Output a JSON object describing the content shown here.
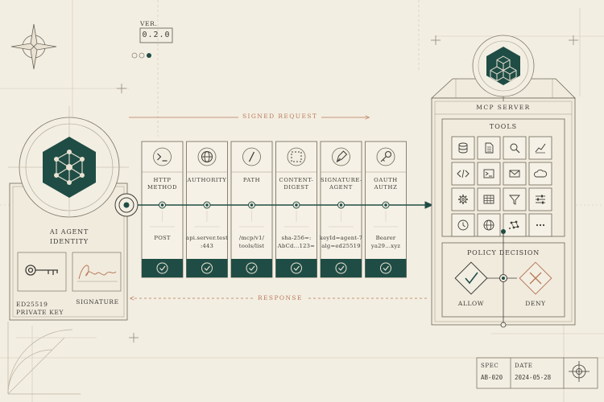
{
  "version": {
    "label": "VER.",
    "value": "0.2.0"
  },
  "flow": {
    "request_label": "SIGNED REQUEST",
    "response_label": "RESPONSE"
  },
  "agent": {
    "title": "AI AGENT IDENTITY",
    "key_label": "ED25519 PRIVATE KEY",
    "signature_label": "SIGNATURE"
  },
  "components": [
    {
      "name": "HTTP METHOD",
      "value": "POST",
      "icon": "terminal-icon",
      "verified": true
    },
    {
      "name": "AUTHORITY",
      "value": "api.server.test :443",
      "icon": "globe-icon",
      "verified": true
    },
    {
      "name": "PATH",
      "value": "/mcp/v1/ tools/list",
      "icon": "slash-icon",
      "verified": true
    },
    {
      "name": "CONTENT-DIGEST",
      "value": "sha-256=: AbCd...123=",
      "icon": "dashed-square-icon",
      "verified": true
    },
    {
      "name": "SIGNATURE-AGENT",
      "value": "keyId=agent-7 alg=ed25519",
      "icon": "pen-nib-icon",
      "verified": true
    },
    {
      "name": "OAUTH AUTHZ",
      "value": "Bearer ya29...xyz",
      "icon": "key-icon",
      "verified": true
    }
  ],
  "server": {
    "title": "MCP SERVER",
    "tools_title": "TOOLS",
    "tools": [
      "database-icon",
      "document-icon",
      "search-icon",
      "line-chart-icon",
      "code-icon",
      "terminal-icon",
      "mail-icon",
      "cloud-icon",
      "gear-icon",
      "table-icon",
      "filter-icon",
      "sliders-icon",
      "clock-icon",
      "globe-icon",
      "graph-icon",
      "more-icon"
    ],
    "policy_title": "POLICY DECISION",
    "allow_label": "ALLOW",
    "deny_label": "DENY"
  },
  "meta": {
    "spec_label": "SPEC",
    "spec_value": "AB-020",
    "date_label": "DATE",
    "date_value": "2024-05-28"
  },
  "colors": {
    "background": "#f3eee2",
    "teal": "#1f4d45",
    "accent": "#b87a5a",
    "ink": "#3f3d38"
  }
}
